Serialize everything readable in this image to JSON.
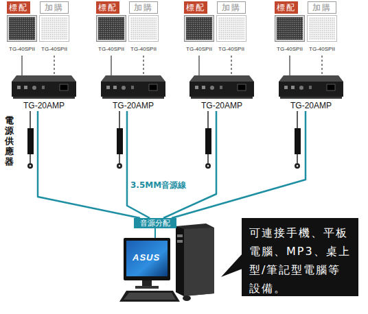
{
  "diagram": {
    "nodes": [
      {
        "text": [
          "標配"
        ]
      },
      {
        "text": [
          "加購"
        ]
      },
      {
        "text": [
          "標配"
        ]
      },
      {
        "text": [
          "加購"
        ]
      },
      {
        "text": [
          "標配"
        ]
      },
      {
        "text": [
          "加購"
        ]
      },
      {
        "text": [
          "標配"
        ]
      },
      {
        "text": [
          "加購"
        ]
      },
      {
        "text": [
          "TG-40SPII"
        ]
      },
      {
        "text": [
          "TG-40SPII"
        ]
      },
      {
        "text": [
          "TG-40SPII"
        ]
      },
      {
        "text": [
          "TG-40SPII"
        ]
      },
      {
        "text": [
          "TG-40SPII"
        ]
      },
      {
        "text": [
          "TG-40SPII"
        ]
      },
      {
        "text": [
          "TG-40SPII"
        ]
      },
      {
        "text": [
          "TG-40SPII"
        ]
      },
      {
        "text": [
          "TG-20AMP"
        ]
      },
      {
        "text": [
          "TG-20AMP"
        ]
      },
      {
        "text": [
          "TG-20AMP"
        ]
      },
      {
        "text": [
          "TG-20AMP"
        ]
      },
      {
        "text": [
          "音源分配"
        ]
      },
      {
        "text": [
          "可連接手機、平板電腦、MP3、桌上型/筆記型電腦等設備。"
        ]
      }
    ],
    "edges": [
      {
        "from": 8,
        "to": 16,
        "arrow": "none"
      },
      {
        "from": 9,
        "to": 16,
        "arrow": "none"
      },
      {
        "from": 10,
        "to": 17,
        "arrow": "none"
      },
      {
        "from": 11,
        "to": 17,
        "arrow": "none"
      },
      {
        "from": 12,
        "to": 18,
        "arrow": "none"
      },
      {
        "from": 13,
        "to": 18,
        "arrow": "none"
      },
      {
        "from": 14,
        "to": 19,
        "arrow": "none"
      },
      {
        "from": 15,
        "to": 19,
        "arrow": "none"
      },
      {
        "from": 16,
        "to": 20,
        "arrow": "none"
      },
      {
        "from": 17,
        "to": 20,
        "arrow": "none"
      },
      {
        "from": 18,
        "to": 20,
        "arrow": "none"
      },
      {
        "from": 19,
        "to": 20,
        "arrow": "none"
      }
    ],
    "labels": [
      "電源供應器",
      "3.5MM音源線",
      "ASUS"
    ]
  }
}
